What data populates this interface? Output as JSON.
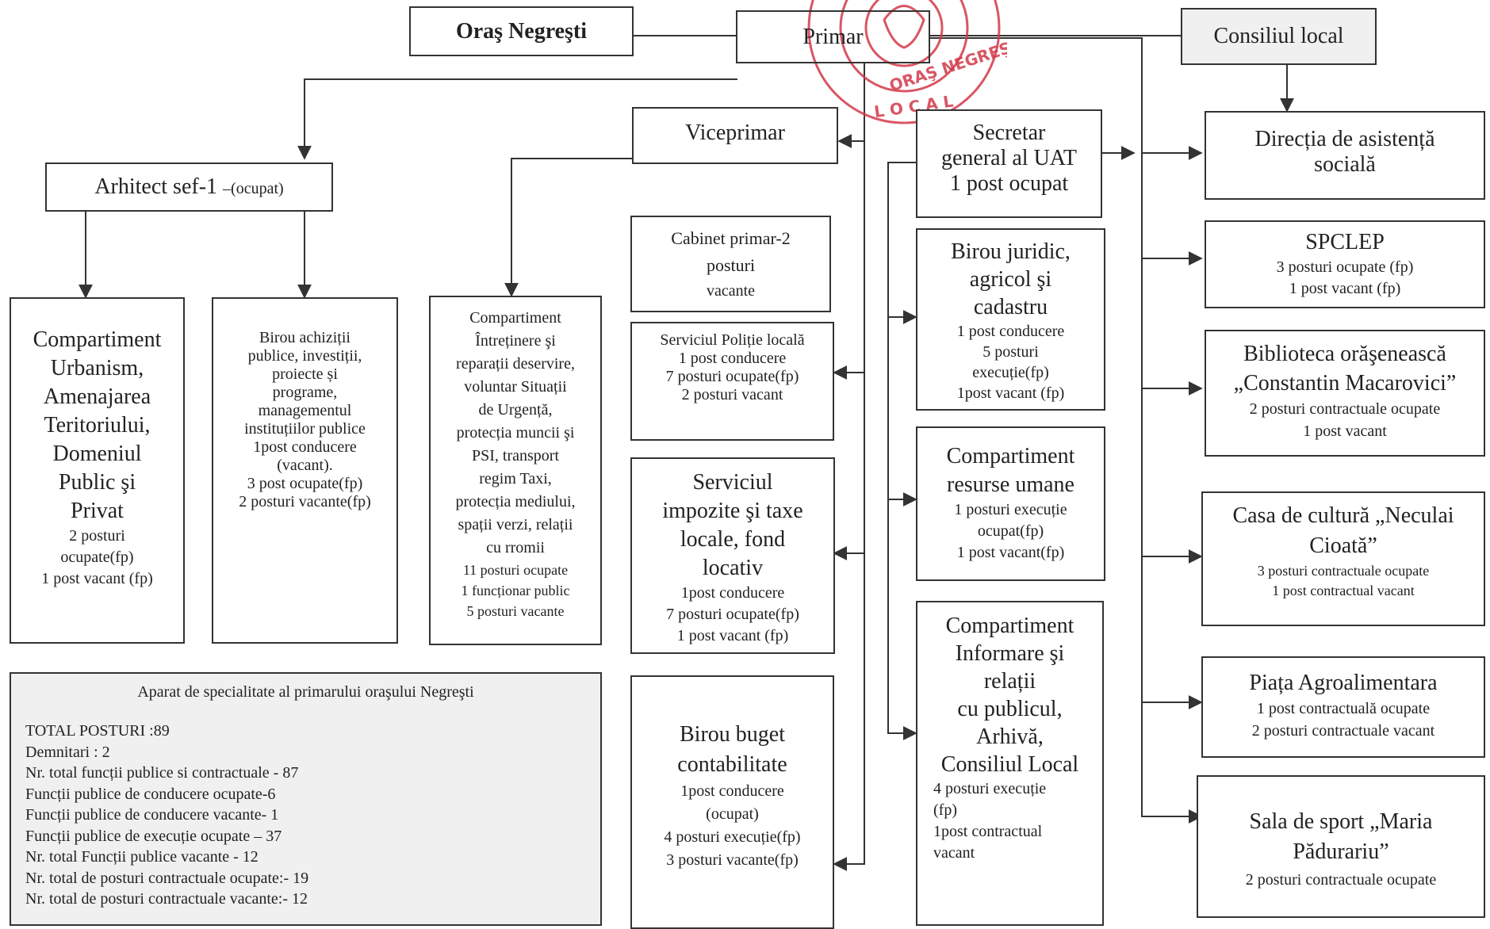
{
  "header": {
    "city": "Oraş Negreşti",
    "mayor": "Primar",
    "council": "Consiliul local"
  },
  "vice_mayor": "Viceprimar",
  "chief_architect": {
    "title": "Arhitect sef-1",
    "status": "–(ocupat)"
  },
  "secretary": [
    "Secretar",
    "general al UAT",
    "1 post ocupat"
  ],
  "boxes": {
    "urbanism": [
      "Compartiment",
      "Urbanism,",
      "Amenajarea",
      "Teritoriului,",
      "Domeniul",
      "Public şi",
      "Privat",
      "",
      "2 posturi",
      "ocupate(fp)",
      "1 post  vacant (fp)"
    ],
    "procurement": [
      "Birou achiziții",
      "publice, investiții,",
      "proiecte și",
      "programe,",
      "managementul",
      "instituțiilor publice",
      "1post conducere",
      "(vacant).",
      "3 post ocupate(fp)",
      "2 posturi vacante(fp)"
    ],
    "maintenance": [
      "Compartiment",
      "Întreținere şi",
      "reparații deservire,",
      "voluntar Situații",
      "de Urgență,",
      "protecția muncii şi",
      "PSI, transport",
      "regim Taxi,",
      "protecția mediului,",
      "spații verzi, relații",
      "cu rromii",
      "11  posturi ocupate",
      "1 funcționar public",
      "5 posturi vacante"
    ],
    "mayor_cabinet": [
      "Cabinet primar-2",
      "posturi",
      "vacante"
    ],
    "local_police": [
      "Serviciul Poliție locală",
      "1 post conducere",
      "7 posturi ocupate(fp)",
      "2 posturi vacant"
    ],
    "taxes": [
      "Serviciul",
      "impozite şi taxe",
      "locale, fond",
      "locativ",
      "1post conducere",
      "7 posturi ocupate(fp)",
      "1 post vacant (fp)"
    ],
    "budget": [
      "Birou buget",
      "contabilitate",
      "",
      "1post conducere",
      "(ocupat)",
      "4 posturi execuție(fp)",
      "3 posturi vacante(fp)"
    ],
    "legal": [
      "Birou juridic,",
      "agricol şi",
      "cadastru",
      "1 post conducere",
      "5 posturi",
      "execuție(fp)",
      "1post vacant (fp)"
    ],
    "hr": [
      "Compartiment",
      "resurse umane",
      "1 posturi execuție",
      "ocupat(fp)",
      "1 post vacant(fp)"
    ],
    "info": [
      "Compartiment",
      "Informare şi",
      "relații",
      "cu publicul,",
      "Arhivă,",
      "Consiliul Local",
      "4 posturi execuție",
      "(fp)",
      "1post contractual",
      "vacant"
    ],
    "social": [
      "Direcția de asistență",
      "socială"
    ],
    "spclep": [
      "SPCLEP",
      "3 posturi ocupate (fp)",
      "1 post vacant (fp)"
    ],
    "library": [
      "Biblioteca orăşenească",
      "„Constantin Macarovici”",
      "2  posturi contractuale ocupate",
      "1 post vacant"
    ],
    "culture": [
      "Casa de cultură „Neculai",
      "Cioată”",
      "",
      "3 posturi contractuale ocupate",
      "1 post contractual vacant"
    ],
    "market": [
      "Piața Agroalimentara",
      "1 post  contractuală ocupate",
      "2 posturi contractuale vacant"
    ],
    "sports": [
      "Sala de sport „Maria",
      "Pădurariu”",
      "2 posturi contractuale ocupate"
    ]
  },
  "summary": {
    "title": "Aparat de specialitate al primarului oraşului Negreşti",
    "lines": [
      "TOTAL POSTURI  :89",
      "Demnitari : 2",
      "Nr. total funcții publice si contractuale - 87",
      "Funcții publice de conducere ocupate-6",
      "Funcții publice de conducere vacante- 1",
      "Funcții publice de execuție ocupate – 37",
      "Nr. total Funcții publice vacante - 12",
      "Nr. total de posturi contractuale ocupate:- 19",
      "Nr. total de posturi contractuale vacante:- 12"
    ]
  },
  "stamp_text": [
    "ORAŞ NEGREŞTI",
    "CONSILIUL LOCAL"
  ],
  "colors": {
    "line": "#333333",
    "stamp": "#d2394a",
    "summary_bg": "#f0f0f0"
  }
}
